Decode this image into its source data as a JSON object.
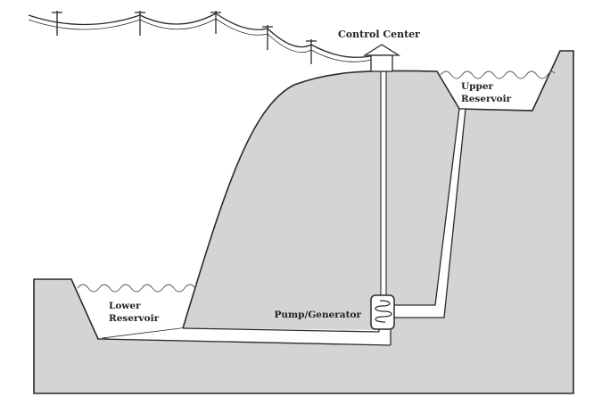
{
  "labels": {
    "control_center": "Control Center",
    "upper_reservoir": [
      "Upper",
      "Reservoir"
    ],
    "lower_reservoir": [
      "Lower",
      "Reservoir"
    ],
    "pump_generator": "Pump/Generator"
  },
  "colors": {
    "terrain_fill": "#d4d4d4",
    "outline": "#2a2a2a",
    "water_line": "#555555",
    "pipe_fill": "#ffffff"
  },
  "icons": {
    "turbine": "coil-icon",
    "control_building": "house-icon",
    "power_poles": "utility-pole-icon"
  }
}
